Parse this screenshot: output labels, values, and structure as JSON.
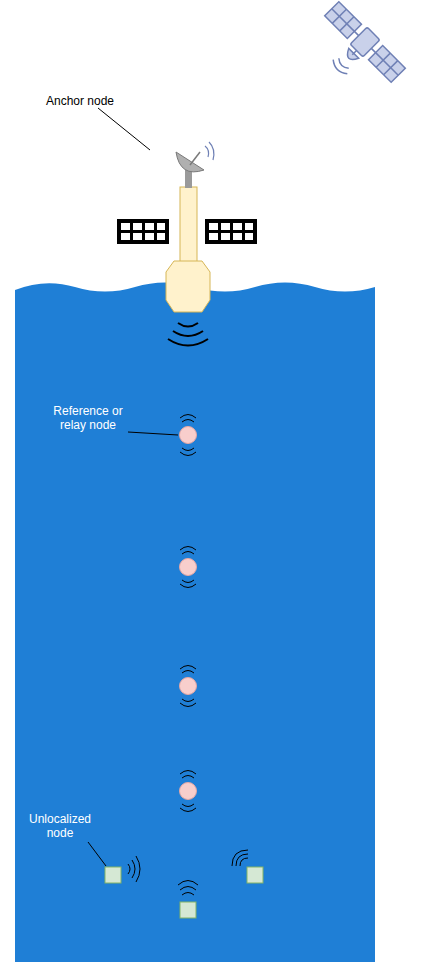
{
  "diagram": {
    "labels": [
      "Anchor node",
      "Reference or relay node",
      "Unlocalized node"
    ]
  }
}
